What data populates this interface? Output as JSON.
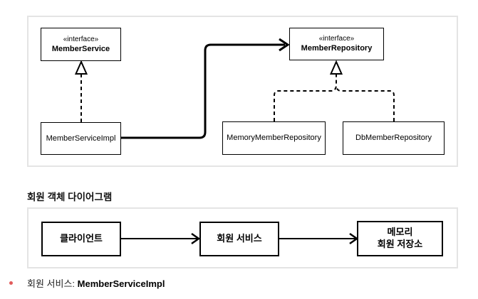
{
  "class_diagram": {
    "member_service": {
      "stereotype": "«interface»",
      "name": "MemberService"
    },
    "member_repository": {
      "stereotype": "«interface»",
      "name": "MemberRepository"
    },
    "member_service_impl": {
      "name": "MemberServiceImpl"
    },
    "memory_member_repository": {
      "name": "MemoryMemberRepository"
    },
    "db_member_repository": {
      "name": "DbMemberRepository"
    }
  },
  "object_diagram": {
    "heading": "회원 객체 다이어그램",
    "client": {
      "label": "클라이언트"
    },
    "member_service": {
      "label": "회원 서비스"
    },
    "memory_store": {
      "label_line1": "메모리",
      "label_line2": "회원 저장소"
    }
  },
  "notes": {
    "item1": {
      "label": "회원 서비스: ",
      "value": "MemberServiceImpl"
    }
  },
  "colors": {
    "bullet": "#e25b5b",
    "container_border": "#e4e4e4",
    "line": "#000000"
  }
}
